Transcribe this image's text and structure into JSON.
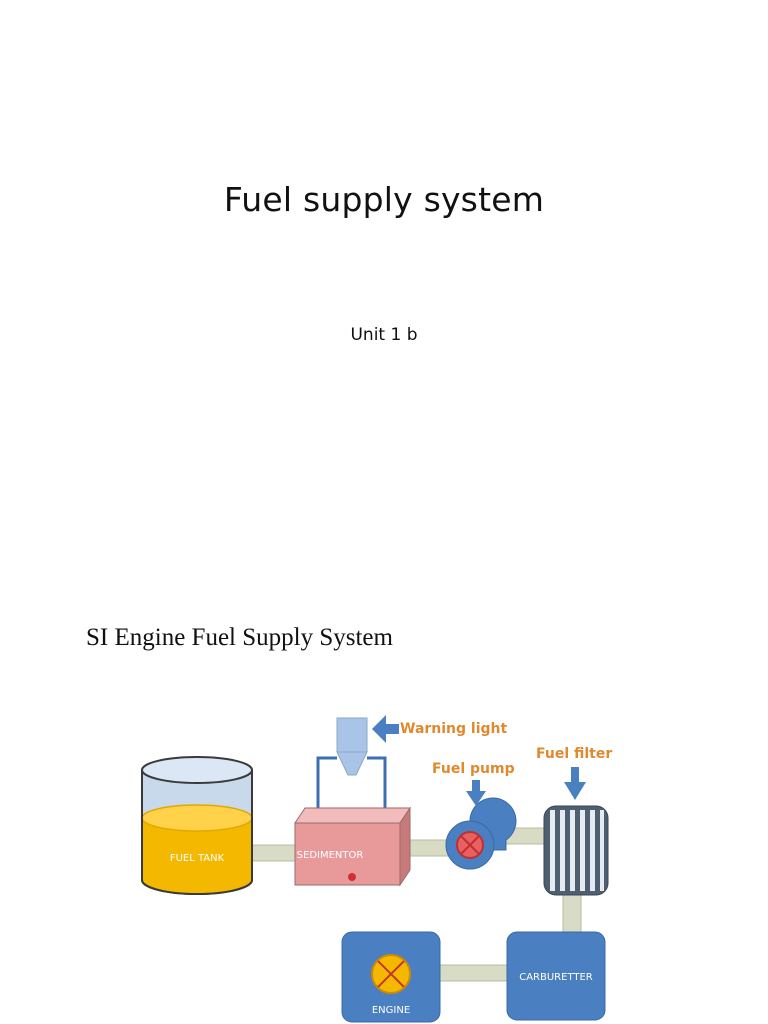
{
  "slide1": {
    "title": "Fuel supply system",
    "subtitle": "Unit 1 b"
  },
  "slide2": {
    "heading": "SI Engine Fuel Supply System",
    "diagram": {
      "fuel_tank": "FUEL TANK",
      "sedimentor": "SEDIMENTOR",
      "warning_light": "Warning light",
      "fuel_pump": "Fuel pump",
      "fuel_filter": "Fuel filter",
      "carburetter": "CARBURETTER",
      "engine": "ENGINE"
    }
  },
  "colors": {
    "label_orange": "#e0892f",
    "fuel_yellow": "#f5b800",
    "sedimentor_pink": "#e89a9a",
    "component_blue": "#4a7fc1",
    "pipe_gray": "#d8dcc4"
  }
}
